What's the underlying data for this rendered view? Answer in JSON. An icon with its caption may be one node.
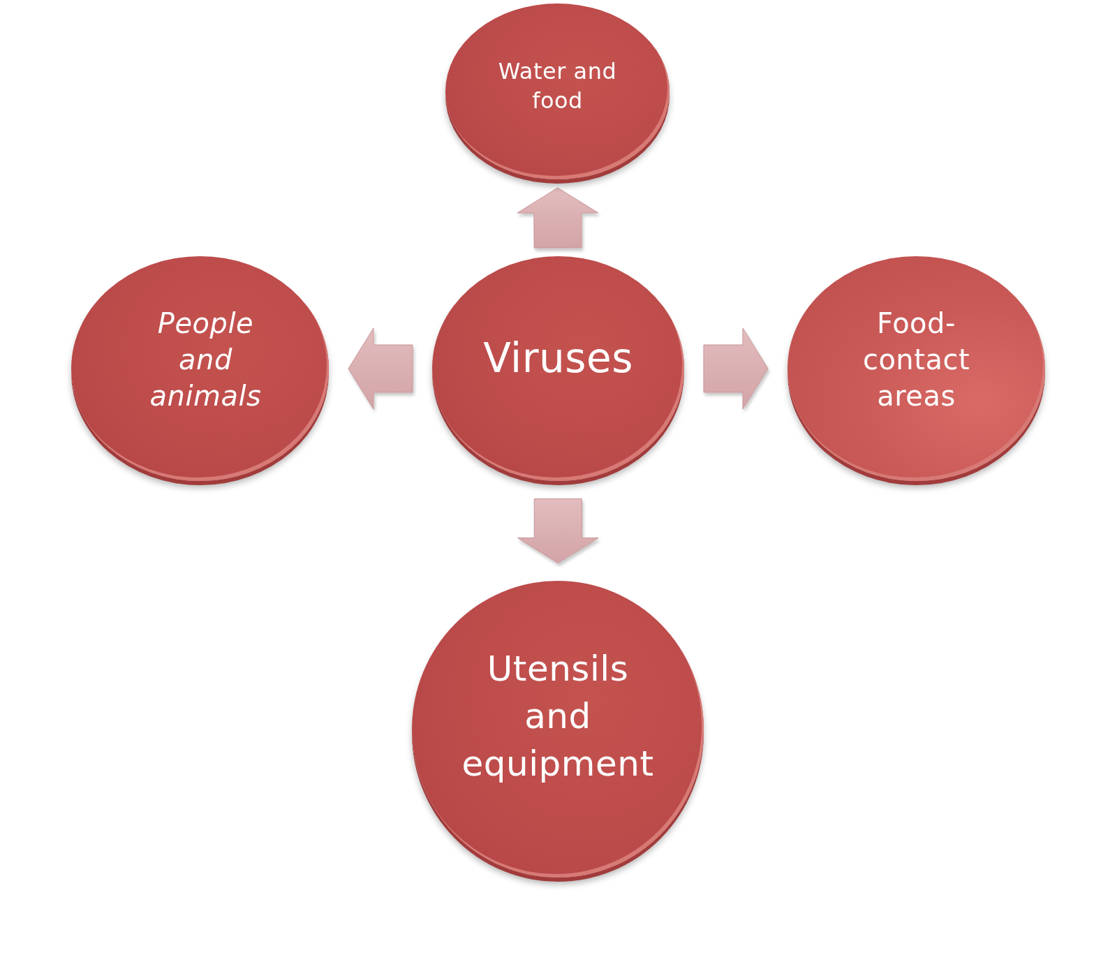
{
  "diagram": {
    "nodes": [
      {
        "text": [
          "Water and food"
        ]
      },
      {
        "text": [
          "People and animals"
        ]
      },
      {
        "text": [
          "Viruses"
        ]
      },
      {
        "text": [
          "Food- contact areas"
        ]
      },
      {
        "text": [
          "Utensils and equipment"
        ]
      }
    ],
    "edges": [
      {
        "from": 2,
        "to": 0,
        "arrow": "to"
      },
      {
        "from": 2,
        "to": 1,
        "arrow": "to"
      },
      {
        "from": 2,
        "to": 3,
        "arrow": "to"
      },
      {
        "from": 2,
        "to": 4,
        "arrow": "to"
      }
    ]
  }
}
